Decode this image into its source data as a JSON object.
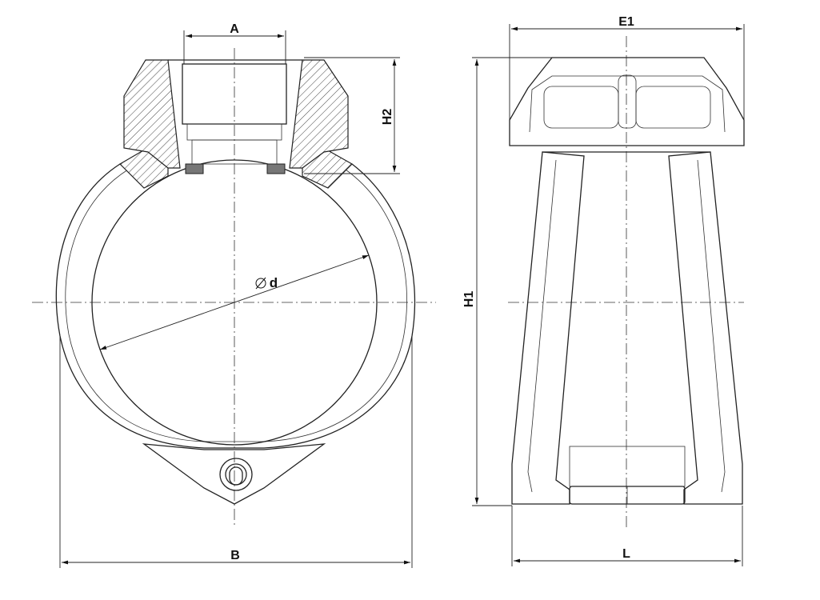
{
  "labels": {
    "A": "A",
    "H2": "H2",
    "d": "d",
    "B": "B",
    "E1": "E1",
    "H1": "H1",
    "L": "L"
  },
  "symbols": {
    "diameter": "diameter-symbol"
  }
}
